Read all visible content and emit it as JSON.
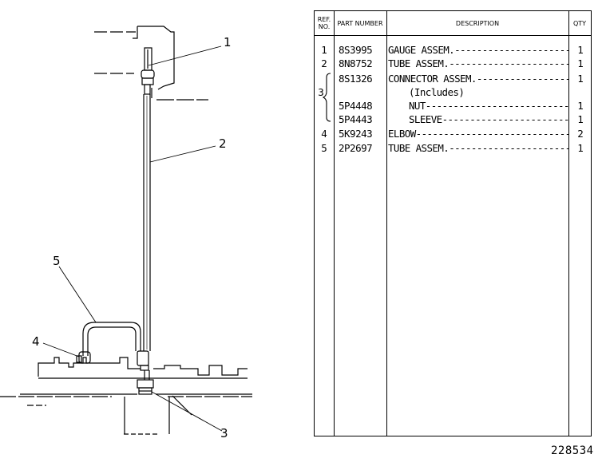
{
  "callouts": [
    "1",
    "2",
    "3",
    "4",
    "5"
  ],
  "table": {
    "headers": {
      "ref": "REF. NO.",
      "part": "PART NUMBER",
      "description": "DESCRIPTION",
      "qty": "QTY"
    },
    "rows": [
      {
        "ref": "1",
        "part": "8S3995",
        "description": "GAUGE ASSEM.",
        "qty": "1"
      },
      {
        "ref": "2",
        "part": "8N8752",
        "description": "TUBE ASSEM.",
        "qty": "1"
      },
      {
        "ref": "",
        "part": "8S1326",
        "description": "CONNECTOR ASSEM.",
        "qty": "1"
      },
      {
        "ref": "3",
        "part": "",
        "description": "(Includes)",
        "qty": ""
      },
      {
        "ref": "",
        "part": "5P4448",
        "description": "NUT",
        "qty": "1"
      },
      {
        "ref": "",
        "part": "5P4443",
        "description": "SLEEVE",
        "qty": "1"
      },
      {
        "ref": "4",
        "part": "5K9243",
        "description": "ELBOW",
        "qty": "2"
      },
      {
        "ref": "5",
        "part": "2P2697",
        "description": "TUBE ASSEM.",
        "qty": "1"
      }
    ]
  },
  "footer": {
    "illustration_number": "228534"
  }
}
